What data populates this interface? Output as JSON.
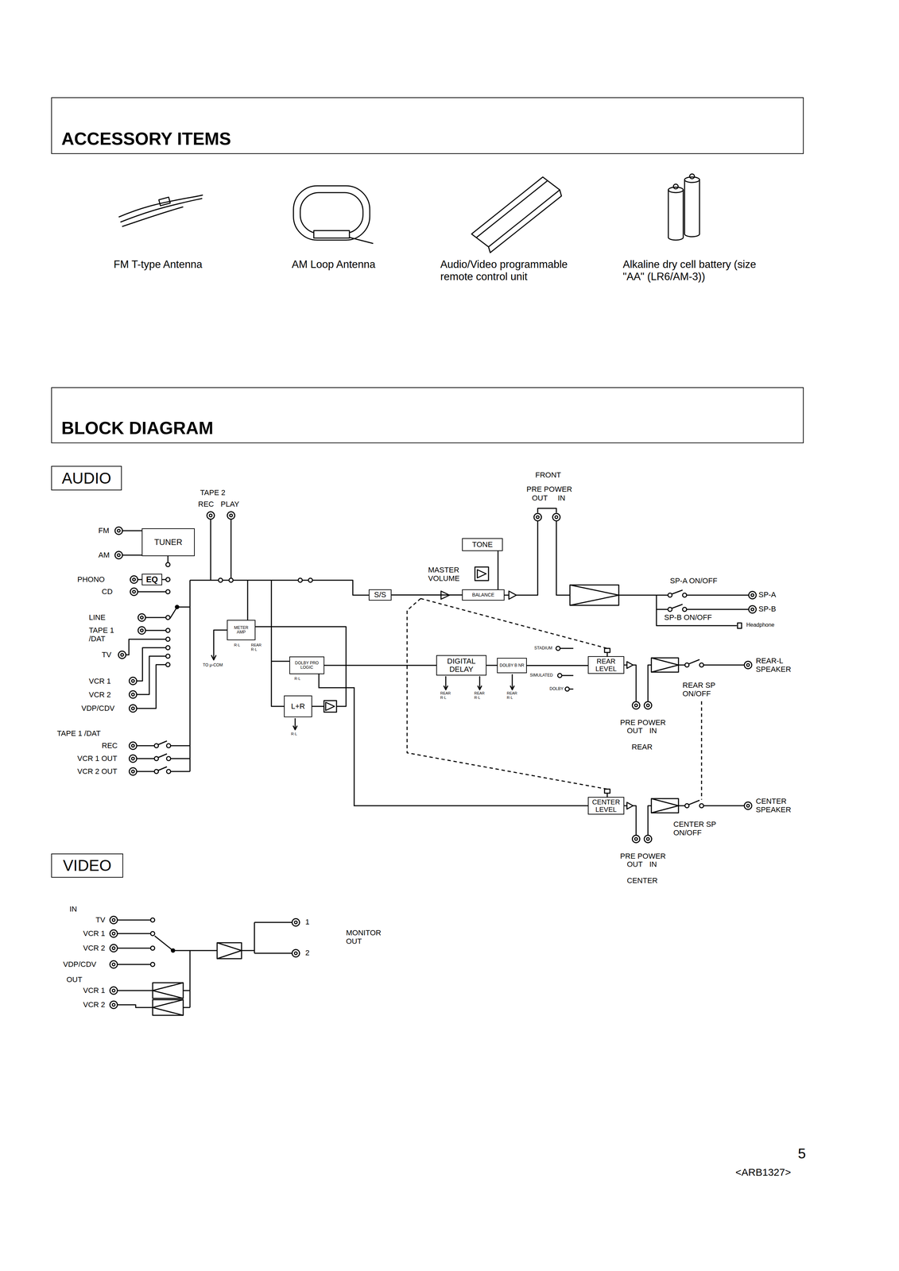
{
  "diagram": {
    "nodes": [
      {
        "text": [
          "ACCESSORY ITEMS"
        ]
      },
      {
        "text": [
          "BLOCK DIAGRAM"
        ]
      },
      {
        "text": [
          "AUDIO"
        ]
      },
      {
        "text": [
          "TUNER"
        ]
      },
      {
        "text": [
          "EQ"
        ]
      },
      {
        "text": [
          "TONE"
        ]
      },
      {
        "text": [
          "S/S"
        ]
      },
      {
        "text": [
          "BALANCE"
        ]
      },
      {
        "text": [
          "METER AMP"
        ]
      },
      {
        "text": [
          "DOLBY PRO LOGIC"
        ]
      },
      {
        "text": [
          "DIGITAL DELAY"
        ]
      },
      {
        "text": [
          "DOLBY B NR"
        ]
      },
      {
        "text": [
          "REAR LEVEL"
        ]
      },
      {
        "text": [
          "L+R"
        ]
      },
      {
        "text": [
          "CENTER LEVEL"
        ]
      },
      {
        "text": [
          "VIDEO"
        ]
      }
    ],
    "edges": [
      {
        "from": 6,
        "to": 7,
        "arrow": "none"
      },
      {
        "from": 5,
        "to": 7,
        "arrow": "none"
      },
      {
        "from": 9,
        "to": 10,
        "arrow": "none"
      },
      {
        "from": 10,
        "to": 11,
        "arrow": "none"
      },
      {
        "from": 11,
        "to": 12,
        "arrow": "none"
      },
      {
        "from": 9,
        "to": 14,
        "arrow": "none"
      }
    ],
    "labels": [
      "FM T-type Antenna",
      "AM Loop Antenna",
      "Audio/Video programmable remote control unit",
      "Alkaline dry cell battery (size \"AA\" (LR6/AM-3))",
      "FM",
      "AM",
      "PHONO",
      "CD",
      "LINE",
      "TAPE 1 /DAT",
      "TV",
      "VCR 1",
      "VCR 2",
      "VDP/CDV",
      "TAPE 1 /DAT",
      "REC",
      "VCR 1 OUT",
      "VCR 2 OUT",
      "TAPE 2",
      "REC PLAY",
      "FRONT",
      "PRE POWER",
      "OUT IN",
      "MASTER VOLUME",
      "SP-A ON/OFF",
      "SP-A",
      "SP-B",
      "SP-B ON/OFF",
      "Headphone",
      "TO μ-COM",
      "R·L",
      "REAR R·L",
      "R·L",
      "STADIUM",
      "SIMULATED",
      "DOLBY",
      "REAR R·L",
      "REAR R·L",
      "REAR R·L",
      "REAR-L SPEAKER",
      "REAR SP ON/OFF",
      "PRE POWER",
      "OUT IN",
      "REAR",
      "R·L",
      "CENTER SPEAKER",
      "CENTER SP ON/OFF",
      "PRE POWER",
      "OUT IN",
      "CENTER",
      "IN",
      "TV",
      "VCR 1",
      "VCR 2",
      "VDP/CDV",
      "OUT",
      "VCR 1",
      "VCR 2",
      "1",
      "2",
      "MONITOR OUT",
      "5",
      "<ARB1327>"
    ]
  }
}
